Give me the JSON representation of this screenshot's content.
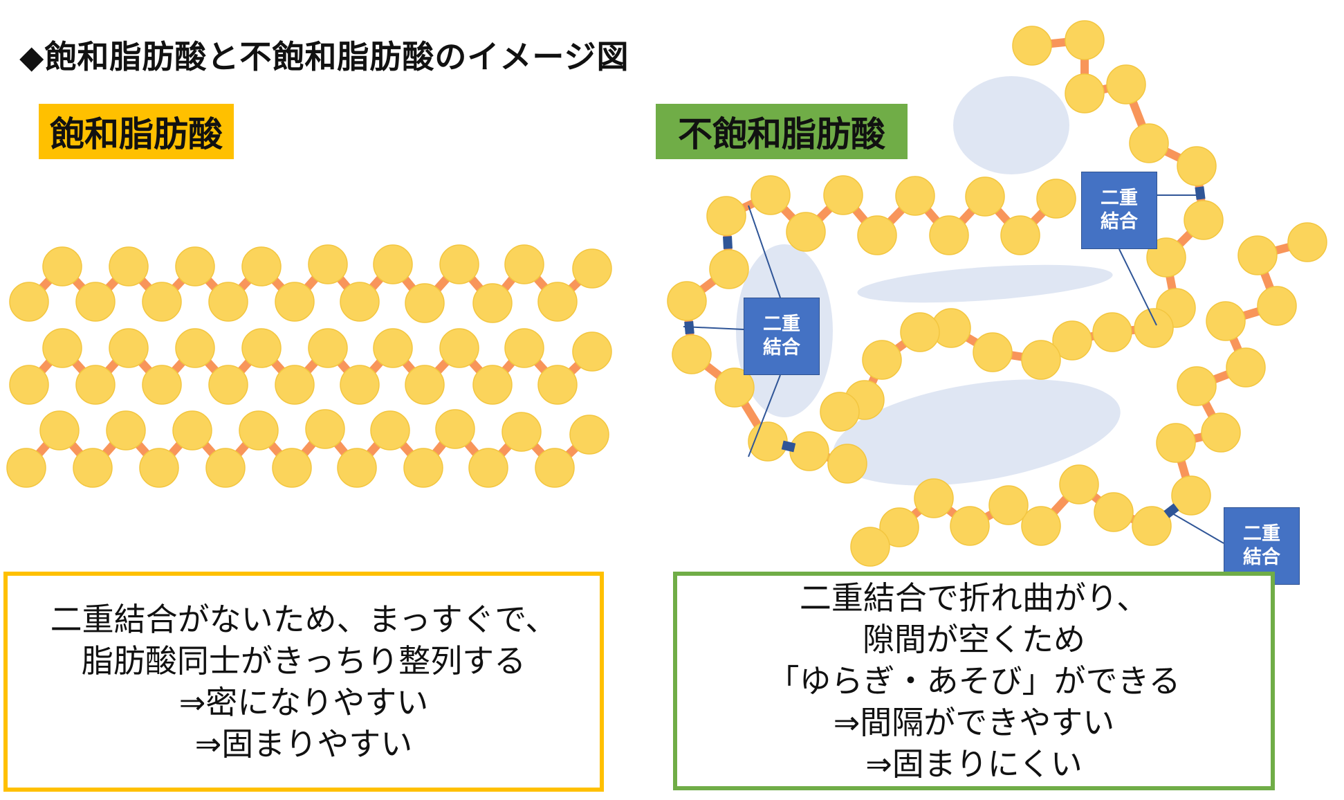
{
  "title": "◆飽和脂肪酸と不飽和脂肪酸のイメージ図",
  "saturated": {
    "label": "飽和脂肪酸",
    "description": [
      "二重結合がないため、まっすぐで、",
      "脂肪酸同士がきっちり整列する",
      "⇒密になりやすい",
      "⇒固まりやすい"
    ]
  },
  "unsaturated": {
    "label": "不飽和脂肪酸",
    "double_bond_label_line1": "二重",
    "double_bond_label_line2": "結合",
    "description": [
      "二重結合で折れ曲がり、",
      "隙間が空くため",
      "「ゆらぎ・あそび」ができる",
      "⇒間隔ができやすい",
      "⇒固まりにくい"
    ]
  },
  "colors": {
    "atom": "#fbd45b",
    "atom_edge": "#f3c640",
    "bond": "#f8955a",
    "double_bond": "#2f5597",
    "gap_ellipse": "#dfe6f3",
    "saturated_accent": "#ffc000",
    "unsaturated_accent": "#70ad47",
    "callout": "#4472c4"
  }
}
